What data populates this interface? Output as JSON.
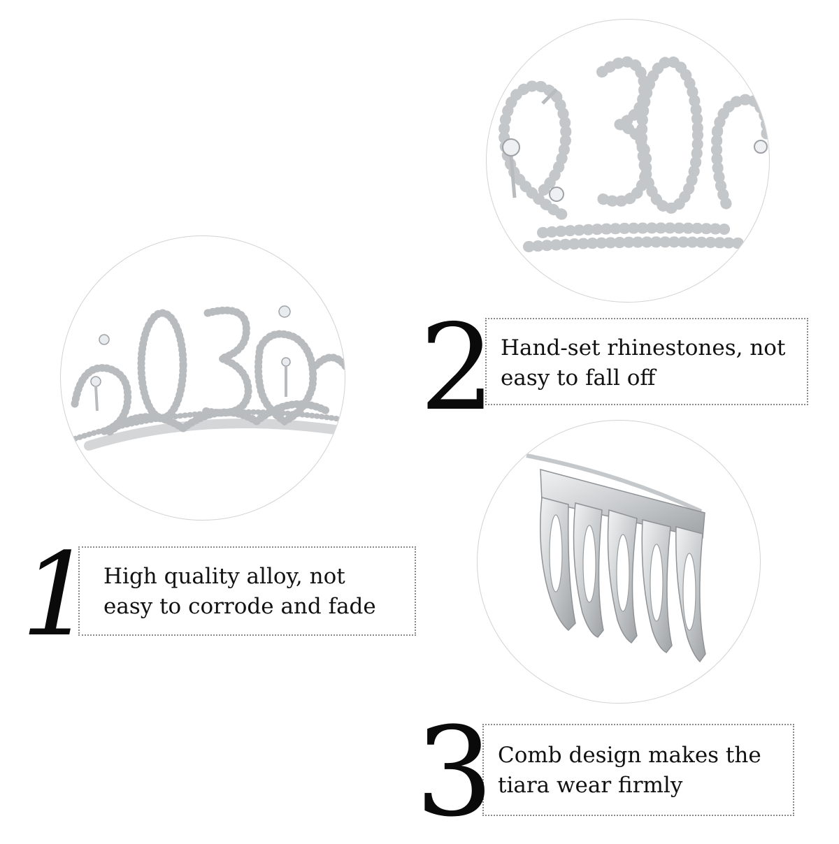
{
  "features": [
    {
      "number": "1",
      "line1": "High quality alloy, not",
      "line2": "easy to corrode and fade"
    },
    {
      "number": "2",
      "line1": "Hand-set rhinestones, not",
      "line2": "easy to fall off"
    },
    {
      "number": "3",
      "line1": "Comb design makes the",
      "line2": "tiara wear firmly"
    }
  ],
  "colors": {
    "text": "#111111",
    "silver": "#b9bcbf",
    "rhinestone": "#e9ecef",
    "border": "#8a8a8a"
  },
  "images": {
    "circle_1": "tiara-front-closeup",
    "circle_2": "rhinestone-30-closeup",
    "circle_3": "comb-closeup"
  }
}
